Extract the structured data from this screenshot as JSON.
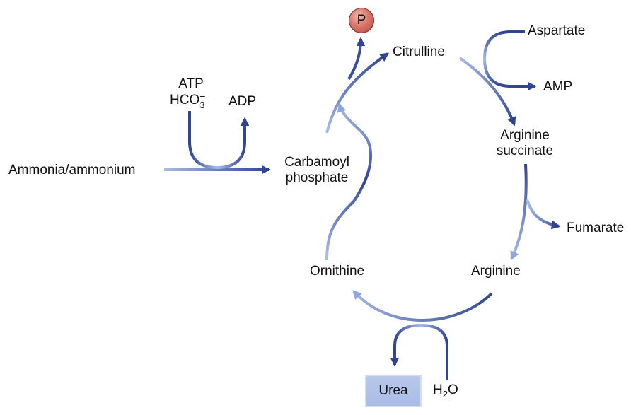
{
  "colors": {
    "arrow_dark": "#2f4593",
    "arrow_light": "#9db3e0",
    "phosphate_fill": "#d9776a",
    "urea_box_fill": "#a9bce6"
  },
  "phosphate": {
    "label": "P"
  },
  "inputs": {
    "atp": "ATP",
    "bicarbonate": {
      "base": "HCO",
      "subscript": "3",
      "superscript": "−"
    },
    "adp": "ADP",
    "ammonia": "Ammonia/ammonium"
  },
  "nodes": {
    "carbamoyl_phosphate": {
      "line1": "Carbamoyl",
      "line2": "phosphate"
    },
    "citrulline": "Citrulline",
    "argininosuccinate": {
      "line1": "Arginine",
      "line2": "succinate"
    },
    "arginine": "Arginine",
    "ornithine": "Ornithine"
  },
  "side_products": {
    "aspartate": "Aspartate",
    "amp": "AMP",
    "fumarate": "Fumarate",
    "urea": "Urea",
    "water": {
      "base": "H",
      "subscript": "2",
      "tail": "O"
    }
  }
}
